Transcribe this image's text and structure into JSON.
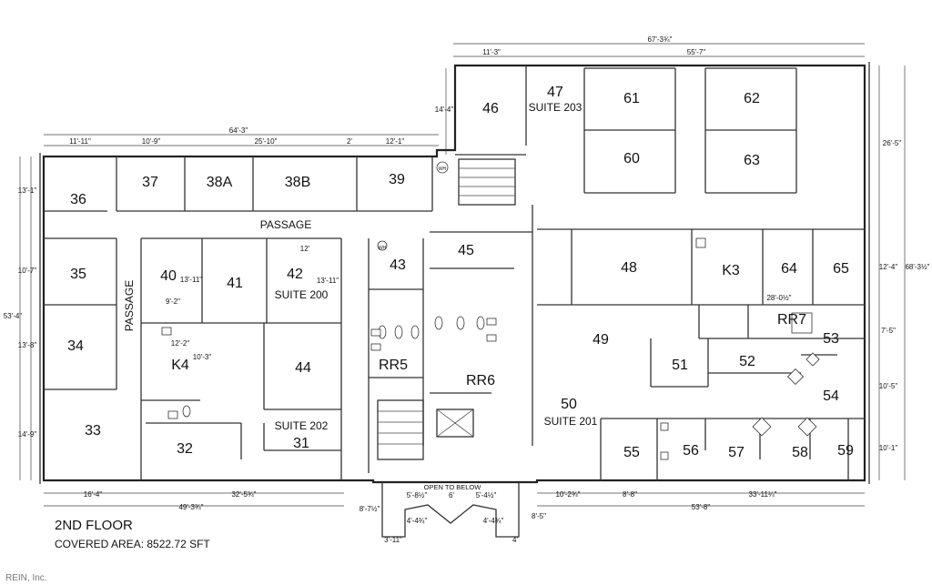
{
  "title": "2ND FLOOR",
  "covered_area": "COVERED AREA: 8522.72 SFT",
  "watermark": "REIN, Inc.",
  "rooms": {
    "r36": "36",
    "r37": "37",
    "r38a": "38A",
    "r38b": "38B",
    "r39": "39",
    "r35": "35",
    "r34": "34",
    "r33": "33",
    "r40": "40",
    "r41": "41",
    "r42": "42",
    "suite200": "SUITE 200",
    "r43": "43",
    "r44": "44",
    "k4": "K4",
    "r32": "32",
    "suite202": "SUITE 202",
    "r31": "31",
    "rr5": "RR5",
    "rr6": "RR6",
    "r45": "45",
    "r46": "46",
    "r47": "47",
    "suite203": "SUITE 203",
    "r61": "61",
    "r62": "62",
    "r60": "60",
    "r63": "63",
    "r48": "48",
    "k3": "K3",
    "r64": "64",
    "r65": "65",
    "r49": "49",
    "rr7": "RR7",
    "r53": "53",
    "r51": "51",
    "r52": "52",
    "r54": "54",
    "r50": "50",
    "suite201": "SUITE 201",
    "r55": "55",
    "r56": "56",
    "r57": "57",
    "r58": "58",
    "r59": "59"
  },
  "labels": {
    "passage_h": "PASSAGE",
    "passage_v": "PASSAGE",
    "open_below": "OPEN TO BELOW",
    "wh1": "WH",
    "wh2": "WH"
  },
  "dims": {
    "d1": "64'-3\"",
    "d2": "11'-11\"",
    "d3": "10'-9\"",
    "d4": "25'-10\"",
    "d5": "2'",
    "d6": "12'-1\"",
    "d7": "67'-3¾\"",
    "d8": "11'-3\"",
    "d9": "55'-7\"",
    "d10": "14'-4\"",
    "d11": "13'-1\"",
    "d12": "10'-7\"",
    "d13": "53'-4\"",
    "d14": "13'-8\"",
    "d15": "14'-9\"",
    "d16": "13'-11\"",
    "d17": "9'-2\"",
    "d18": "12'",
    "d19": "13'-11\"",
    "d20": "12'-2\"",
    "d21": "10'-3\"",
    "d22": "26'-5\"",
    "d23": "12'-4\"",
    "d24": "68'-3½\"",
    "d25": "28'-0½\"",
    "d26": "7'-5\"",
    "d27": "10'-5\"",
    "d28": "10'-1\"",
    "d29": "16'-4\"",
    "d30": "32'-5¾\"",
    "d31": "49'-3¾\"",
    "d32": "10'-2¾\"",
    "d33": "8'-8\"",
    "d34": "33'-11¼\"",
    "d35": "53'-8\"",
    "d36": "5'-8½\"",
    "d37": "6'",
    "d38": "5'-4½\"",
    "d39": "8'-7½\"",
    "d40": "4'-4¾\"",
    "d41": "4'-4¾\"",
    "d42": "8'-5\"",
    "d43": "3'-11\"",
    "d44": "4'"
  }
}
